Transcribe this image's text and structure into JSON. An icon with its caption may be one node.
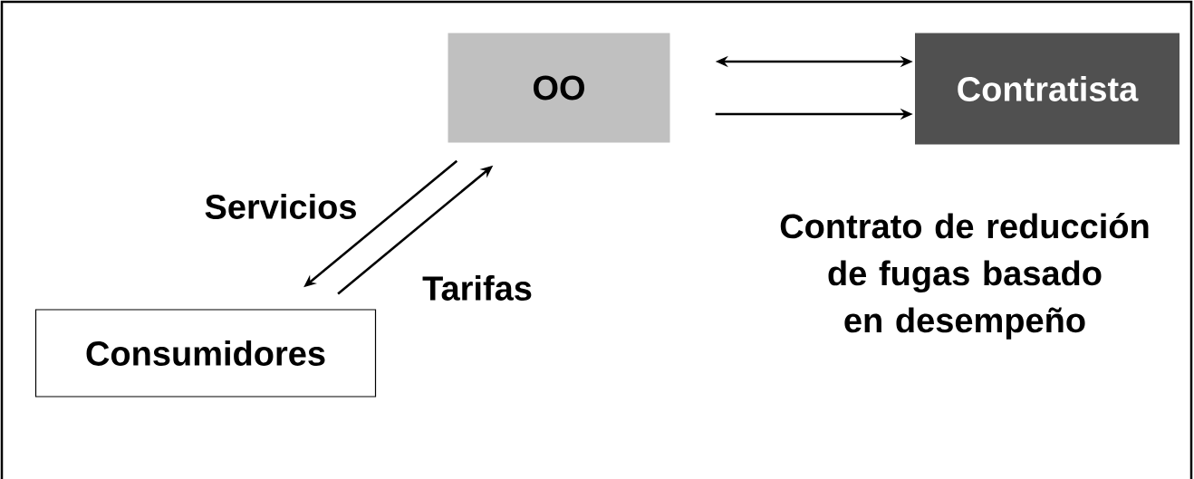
{
  "diagram": {
    "nodes": [
      {
        "text": [
          "OO"
        ]
      },
      {
        "text": [
          "Contratista"
        ]
      },
      {
        "text": [
          "Consumidores"
        ]
      }
    ],
    "edges": [
      {
        "from": 0,
        "to": 1,
        "arrow": "both"
      },
      {
        "from": 0,
        "to": 1,
        "arrow": "to"
      },
      {
        "from": 0,
        "to": 2,
        "arrow": "to",
        "label": "Servicios"
      },
      {
        "from": 2,
        "to": 0,
        "arrow": "to",
        "label": "Tarifas"
      }
    ],
    "labels": [
      "Contrato de reducción de fugas basado en desempeño"
    ]
  }
}
